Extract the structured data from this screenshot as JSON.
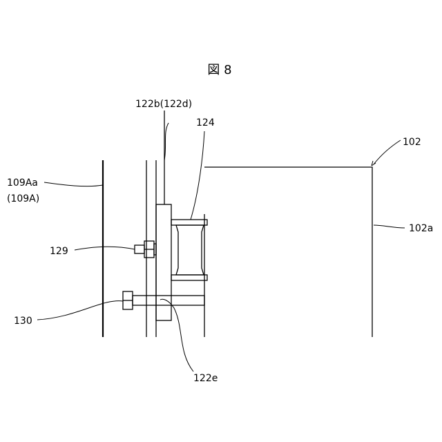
{
  "figure": {
    "title": "図 8",
    "labels": {
      "part_102": "102",
      "part_102a": "102a",
      "part_122b": "122b(122d)",
      "part_124": "124",
      "part_109Aa": "109Aa",
      "part_109A": "(109A)",
      "part_129": "129",
      "part_130": "130",
      "part_122e": "122e"
    }
  }
}
